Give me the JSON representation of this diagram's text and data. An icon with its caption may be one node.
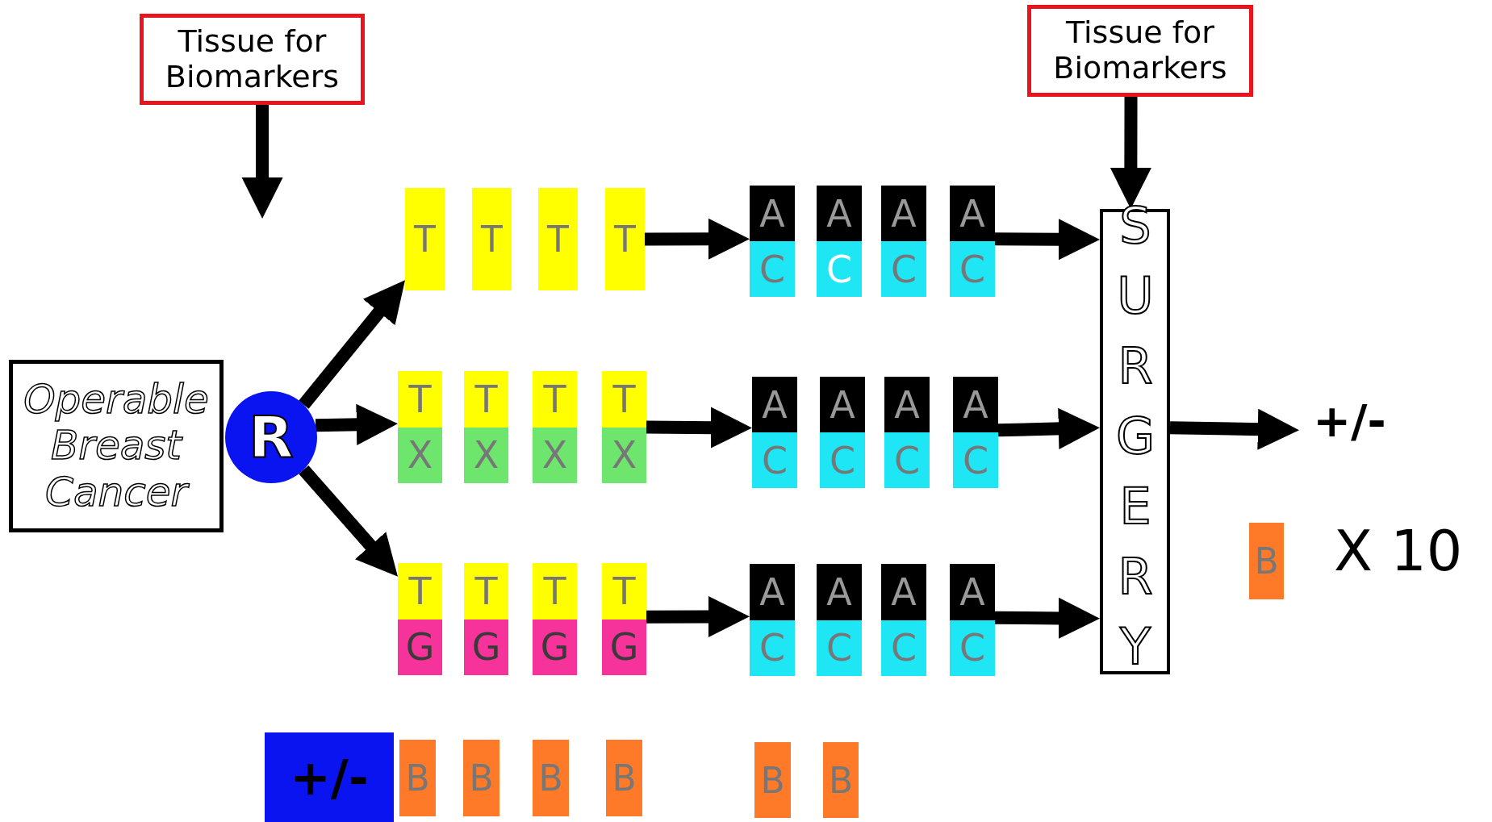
{
  "diagram": {
    "nodes": [
      {
        "text": [
          "Tissue for Biomarkers"
        ]
      },
      {
        "text": [
          "Tissue for Biomarkers"
        ]
      },
      {
        "text": [
          "Operable Breast Cancer"
        ]
      },
      {
        "text": [
          "R"
        ]
      },
      {
        "text": [
          "T"
        ]
      },
      {
        "text": [
          "T"
        ]
      },
      {
        "text": [
          "T"
        ]
      },
      {
        "text": [
          "T"
        ]
      },
      {
        "text": [
          "A",
          "C"
        ]
      },
      {
        "text": [
          "A",
          "C"
        ]
      },
      {
        "text": [
          "A",
          "C"
        ]
      },
      {
        "text": [
          "A",
          "C"
        ]
      },
      {
        "text": [
          "T",
          "X"
        ]
      },
      {
        "text": [
          "T",
          "X"
        ]
      },
      {
        "text": [
          "T",
          "X"
        ]
      },
      {
        "text": [
          "T",
          "X"
        ]
      },
      {
        "text": [
          "A",
          "C"
        ]
      },
      {
        "text": [
          "A",
          "C"
        ]
      },
      {
        "text": [
          "A",
          "C"
        ]
      },
      {
        "text": [
          "A",
          "C"
        ]
      },
      {
        "text": [
          "T",
          "G"
        ]
      },
      {
        "text": [
          "T",
          "G"
        ]
      },
      {
        "text": [
          "T",
          "G"
        ]
      },
      {
        "text": [
          "T",
          "G"
        ]
      },
      {
        "text": [
          "A",
          "C"
        ]
      },
      {
        "text": [
          "A",
          "C"
        ]
      },
      {
        "text": [
          "A",
          "C"
        ]
      },
      {
        "text": [
          "A",
          "C"
        ]
      },
      {
        "text": [
          "SURGERY"
        ]
      },
      {
        "text": [
          "+/-"
        ]
      },
      {
        "text": [
          "B"
        ],
        "beside": [
          "X 10"
        ]
      },
      {
        "text": [
          "+/-"
        ]
      },
      {
        "text": [
          "B"
        ]
      },
      {
        "text": [
          "B"
        ]
      },
      {
        "text": [
          "B"
        ]
      },
      {
        "text": [
          "B"
        ]
      },
      {
        "text": [
          "B"
        ]
      },
      {
        "text": [
          "B"
        ]
      }
    ],
    "edges": [
      {
        "from": 0,
        "to": null,
        "arrow": "to"
      },
      {
        "from": 1,
        "to": 28,
        "arrow": "to"
      },
      {
        "from": 3,
        "to": 4,
        "arrow": "to"
      },
      {
        "from": 3,
        "to": 12,
        "arrow": "to"
      },
      {
        "from": 3,
        "to": 20,
        "arrow": "to"
      },
      {
        "from": 7,
        "to": 8,
        "arrow": "to"
      },
      {
        "from": 11,
        "to": 28,
        "arrow": "to"
      },
      {
        "from": 15,
        "to": 16,
        "arrow": "to"
      },
      {
        "from": 19,
        "to": 28,
        "arrow": "to"
      },
      {
        "from": 23,
        "to": 24,
        "arrow": "to"
      },
      {
        "from": 27,
        "to": 28,
        "arrow": "to"
      },
      {
        "from": 28,
        "to": 29,
        "arrow": "to"
      }
    ]
  }
}
